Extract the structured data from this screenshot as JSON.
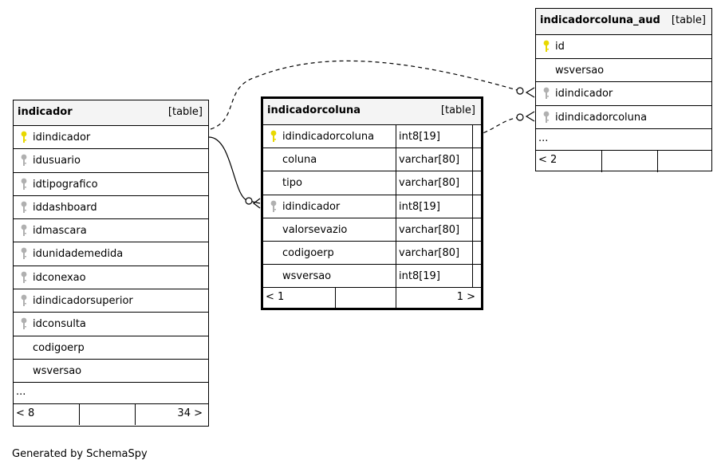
{
  "tables": {
    "indicador": {
      "name": "indicador",
      "kind": "[table]",
      "columns": [
        {
          "name": "idindicador",
          "key": "primary"
        },
        {
          "name": "idusuario",
          "key": "foreign"
        },
        {
          "name": "idtipografico",
          "key": "foreign"
        },
        {
          "name": "iddashboard",
          "key": "foreign"
        },
        {
          "name": "idmascara",
          "key": "foreign"
        },
        {
          "name": "idunidademedida",
          "key": "foreign"
        },
        {
          "name": "idconexao",
          "key": "foreign"
        },
        {
          "name": "idindicadorsuperior",
          "key": "foreign"
        },
        {
          "name": "idconsulta",
          "key": "foreign"
        },
        {
          "name": "codigoerp",
          "key": "none"
        },
        {
          "name": "wsversao",
          "key": "none"
        }
      ],
      "more": "...",
      "footer": {
        "parents": "< 8",
        "children": "34 >"
      }
    },
    "indicadorcoluna": {
      "name": "indicadorcoluna",
      "kind": "[table]",
      "columns": [
        {
          "name": "idindicadorcoluna",
          "type": "int8[19]",
          "key": "primary"
        },
        {
          "name": "coluna",
          "type": "varchar[80]",
          "key": "none"
        },
        {
          "name": "tipo",
          "type": "varchar[80]",
          "key": "none"
        },
        {
          "name": "idindicador",
          "type": "int8[19]",
          "key": "foreign"
        },
        {
          "name": "valorsevazio",
          "type": "varchar[80]",
          "key": "none"
        },
        {
          "name": "codigoerp",
          "type": "varchar[80]",
          "key": "none"
        },
        {
          "name": "wsversao",
          "type": "int8[19]",
          "key": "none"
        }
      ],
      "footer": {
        "parents": "< 1",
        "children": "1 >"
      }
    },
    "indicadorcoluna_aud": {
      "name": "indicadorcoluna_aud",
      "kind": "[table]",
      "columns": [
        {
          "name": "id",
          "key": "primary"
        },
        {
          "name": "wsversao",
          "key": "none"
        },
        {
          "name": "idindicador",
          "key": "foreign"
        },
        {
          "name": "idindicadorcoluna",
          "key": "foreign"
        }
      ],
      "more": "...",
      "footer": {
        "parents": "< 2",
        "children": ""
      }
    }
  },
  "relationships": [
    {
      "from": "indicador.idindicador",
      "to": "indicadorcoluna.idindicador",
      "style": "solid"
    },
    {
      "from": "indicador.idindicador",
      "to": "indicadorcoluna_aud.idindicador",
      "style": "dashed"
    },
    {
      "from": "indicadorcoluna.idindicadorcoluna",
      "to": "indicadorcoluna_aud.idindicadorcoluna",
      "style": "dashed"
    }
  ],
  "colors": {
    "primary_key": "#e8d800",
    "foreign_key": "#b0b0b0",
    "header_bg": "#f4f4f4"
  },
  "credit": "Generated by SchemaSpy"
}
